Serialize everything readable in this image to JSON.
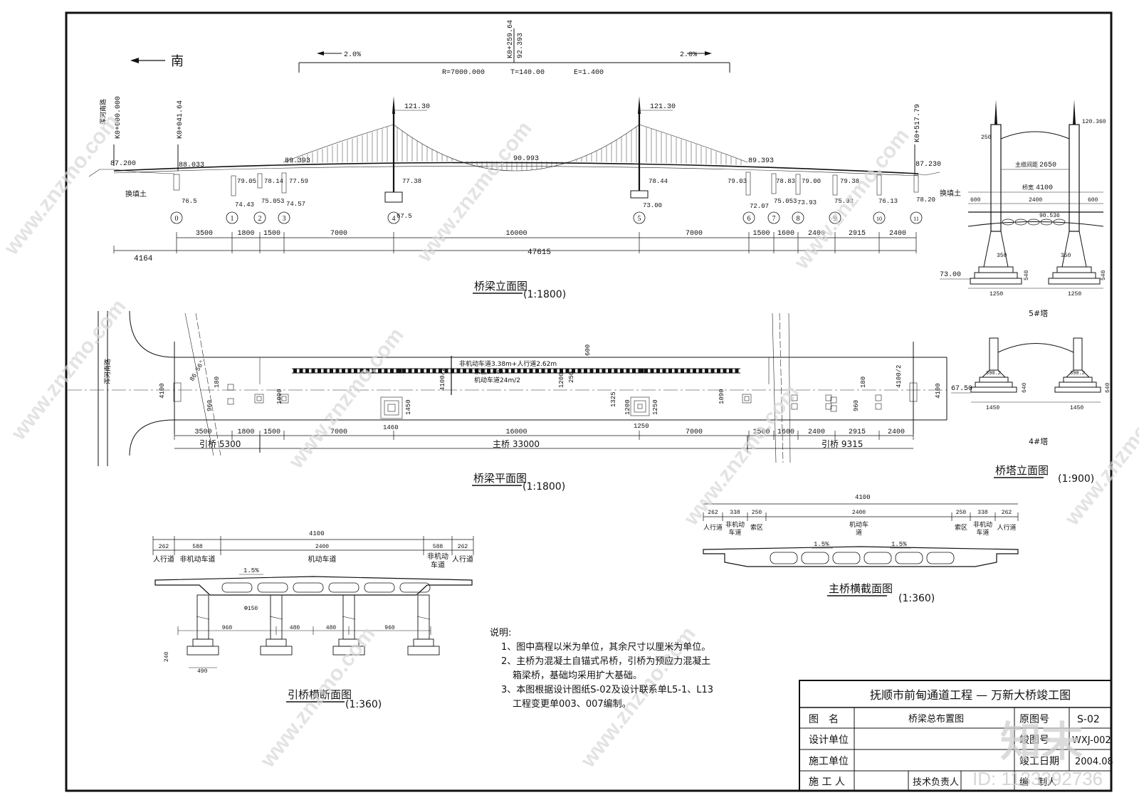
{
  "direction_label": "南",
  "road_label": "浑河南路",
  "stations": {
    "start": "K0+000.000",
    "k041": "K0+041.64",
    "mid": "K0+259.64",
    "mid_elev": "92.393",
    "end": "K0+517.79"
  },
  "grades": {
    "left": "2.0%",
    "right": "2.0%"
  },
  "curve": {
    "R": "R=7000.000",
    "T": "T=140.00",
    "E": "E=1.400"
  },
  "tower_tops": [
    "121.30",
    "121.30"
  ],
  "deck_elevs": [
    "87.200",
    "88.033",
    "89.393",
    "90.993",
    "89.393",
    "87.230"
  ],
  "pier_labels": [
    "0",
    "1",
    "2",
    "3",
    "4",
    "5",
    "6",
    "7",
    "8",
    "9",
    "10",
    "11"
  ],
  "pier_elevs_top": [
    "79.05",
    "78.14",
    "77.59",
    "77.38",
    "78.44",
    "79.03",
    "78.83",
    "79.00",
    "79.38"
  ],
  "pier_elevs_bottom": [
    "76.5",
    "74.43",
    "75.053",
    "74.57",
    "67.5",
    "73.00",
    "72.07",
    "75.053",
    "73.93",
    "75.93",
    "76.13",
    "78.20"
  ],
  "fill_label": "换填土",
  "span_dims": [
    "3500",
    "1800",
    "1500",
    "7000",
    "16000",
    "7000",
    "1500",
    "1600",
    "2400",
    "2915",
    "2400"
  ],
  "total_dims": {
    "left": "4164",
    "total": "47615"
  },
  "titles": {
    "elevation": "桥梁立面图",
    "elevation_scale": "(1:1800)",
    "plan": "桥梁平面图",
    "plan_scale": "(1:1800)",
    "tower": "桥塔立面图",
    "tower_scale": "(1:900)",
    "main_section": "主桥横截面图",
    "main_section_scale": "(1:360)",
    "approach_section": "引桥横断面图",
    "approach_section_scale": "(1:360)"
  },
  "tower_drawing": {
    "elev_top": "120.360",
    "d250": "250",
    "cable": "主缆间距",
    "cable_val": "2650",
    "deck": "桥宽",
    "deck_val": "4100",
    "d2400": "2400",
    "d600a": "600",
    "d600b": "600",
    "elev_mid": "90.536",
    "d350a": "350",
    "d350b": "350",
    "elev_base": "73.00",
    "d540a": "540",
    "d540b": "540",
    "d1250a": "1250",
    "d1250b": "1250",
    "tower5": "5#塔",
    "elev_base4": "67.50",
    "d6402a": "640",
    "d6402b": "640",
    "d1450a": "1450",
    "d1450b": "1450",
    "tower4": "4#塔",
    "d3902a": "390.2",
    "d3902b": "390.2"
  },
  "plan": {
    "lane_note1": "非机动车道3.38m+人行道2.62m",
    "lane_note2": "索区2.5m",
    "lane_note3": "机动车道24m/2",
    "d600": "600",
    "d4100_2": "4100/2",
    "d4100_2b": "4100/2",
    "d4100a": "4100",
    "d4100b": "4100",
    "d1200a": "1200",
    "d250": "250",
    "d1325": "1325",
    "d1200b": "1200",
    "d1090a": "1090",
    "d1090b": "1090",
    "d960a": "960",
    "d960b": "960",
    "d180a": "180",
    "d180b": "180",
    "angle": "86.56°",
    "d1460": "1460",
    "d1450": "1450",
    "d1250": "1250",
    "d1250b": "1250",
    "approach_left": "引桥 5300",
    "main": "主桥 33000",
    "approach_right": "引桥 9315"
  },
  "main_section": {
    "total": "4100",
    "dims": [
      "262",
      "338",
      "250",
      "2400",
      "250",
      "338",
      "262"
    ],
    "labels": [
      "人行道",
      "非机动车道",
      "索区",
      "机动车道",
      "索区",
      "非机动车道",
      "人行道"
    ],
    "slope_l": "1.5%",
    "slope_r": "1.5%"
  },
  "approach_section": {
    "total": "4100",
    "dims": [
      "262",
      "588",
      "2400",
      "588",
      "262"
    ],
    "labels": [
      "人行道",
      "非机动车道",
      "机动车道",
      "非机动车道",
      "人行道"
    ],
    "slope": "1.5%",
    "phi": "Φ150",
    "bottom_dims": [
      "960",
      "480",
      "480",
      "960"
    ],
    "d240": "240",
    "d490": "490"
  },
  "notes": {
    "title": "说明:",
    "items": [
      "1、图中高程以米为单位，其余尺寸以厘米为单位。",
      "2、主桥为混凝土自锚式吊桥，引桥为预应力混凝土",
      "箱梁桥，基础均采用扩大基础。",
      "3、本图根据设计图纸S-02及设计联系单L5-1、L13",
      "工程变更单003、007编制。"
    ]
  },
  "title_block": {
    "project": "抚顺市前甸通道工程 — 万新大桥竣工图",
    "row1_label": "图　名",
    "row1_value": "桥梁总布置图",
    "row1_k": "原图号",
    "row1_v": "S-02",
    "row2_label": "设计单位",
    "row2_k": "竣图号",
    "row2_v": "WXJ-002",
    "row3_label": "施工单位",
    "row3_k": "竣工日期",
    "row3_v": "2004.08",
    "row4_label": "施 工 人",
    "row4_k": "技术负责人",
    "row4_k2": "编　制人"
  },
  "watermark": {
    "site": "www.znzmo.com",
    "brand": "知末",
    "id": "ID: 1133392736"
  }
}
